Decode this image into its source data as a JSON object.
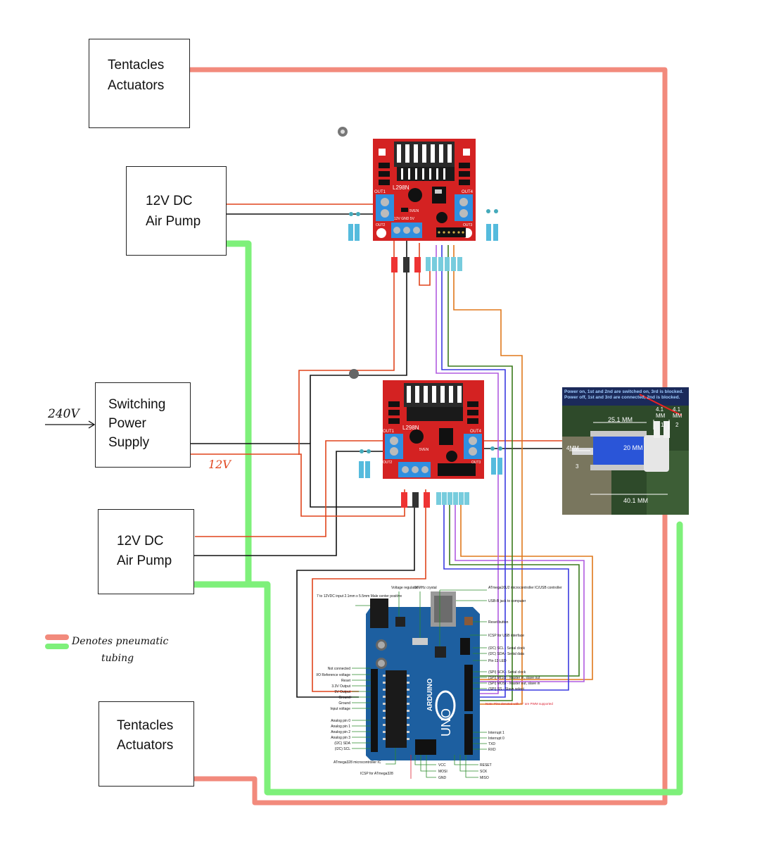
{
  "blocks": {
    "tentacles_top": {
      "line1": "Tentacles",
      "line2": "Actuators"
    },
    "pump_top": {
      "line1": "12V DC",
      "line2": "Air Pump"
    },
    "psu": {
      "line1": "Switching",
      "line2": "Power",
      "line3": "Supply"
    },
    "pump_bottom": {
      "line1": "12V DC",
      "line2": "Air Pump"
    },
    "tentacles_bottom": {
      "line1": "Tentacles",
      "line2": "Actuators"
    }
  },
  "annotations": {
    "mains_voltage": "240V",
    "supply_voltage": "12V",
    "legend_line1": "Denotes pneumatic",
    "legend_line2": "tubing"
  },
  "driver_board": {
    "chip": "L298N",
    "out1": "OUT1",
    "out2": "OUT2",
    "out3": "OUT3",
    "out4": "OUT4",
    "en": "5VEN",
    "power_pins": "12V GND 5V"
  },
  "valve_photo": {
    "caption": "Power on, 1st and 2nd are switched on, 3rd is blocked. Power off, 1st and 3rd are connected, 2nd is blocked.",
    "dim_width": "25.1 MM",
    "dim_height": "20 MM",
    "dim_length": "40.1 MM",
    "dim_inlet": "4MM",
    "port_a": "4.1 MM",
    "port_b": "4.1 MM",
    "port_1": "1",
    "port_2": "2",
    "port_3": "3"
  },
  "arduino": {
    "logo": "UNO",
    "brand": "ARDUINO",
    "left_labels": [
      "Not connected",
      "I/O Reference voltage",
      "Reset",
      "3.3V Output",
      "5V Output",
      "Ground",
      "Ground",
      "Input voltage",
      "Analog pin 0",
      "Analog pin 1",
      "Analog pin 2",
      "Analog pin 3",
      "(I2C) SDA",
      "(I2C) SCL"
    ],
    "right_labels": [
      "Reset button",
      "ICSP for USB interface",
      "(I2C) SCL - Serial clock",
      "(I2C) SDA - Serial data",
      "Pin-13 LED",
      "(SPI) SCK - Serial clock",
      "(SPI) MISO - Master in, slave out",
      "(SPI) MOSI - Master out, slave in",
      "(SPI) SS - Slave select",
      "Note: Pins denoted with \"~\" are PWM supported",
      "Interrupt 1",
      "Interrupt 0",
      "TXD",
      "RXD"
    ],
    "top_labels": {
      "input": "7 to 12VDC input 2.1mm x 5.5mm Male center positive",
      "regulator": "Voltage regulator",
      "crystal": "16MHz crystal",
      "usb_ic": "ATmega16U2 microcontroller IC/USB controller",
      "usb_jack": "USB-B jack to computer"
    },
    "bottom_labels": {
      "mcu": "ATmega328 microcontroller IC",
      "icsp": "ICSP for ATmega328",
      "vcc": "VCC",
      "mosi": "MOSI",
      "gnd": "GND",
      "reset": "RESET",
      "sck": "SCK",
      "miso": "MISO"
    }
  },
  "colors": {
    "pneumatic_red": "#f28a7c",
    "pneumatic_green": "#7ef07a",
    "wire_red": "#e0441c",
    "wire_black": "#111111",
    "wire_orange": "#e0781c",
    "wire_purple": "#b05ce0",
    "wire_green": "#3a7a1c",
    "wire_blue": "#3a3ae0",
    "board_red": "#d42222",
    "terminal_blue": "#2f8fe0",
    "arduino_blue": "#1d5fa0"
  }
}
